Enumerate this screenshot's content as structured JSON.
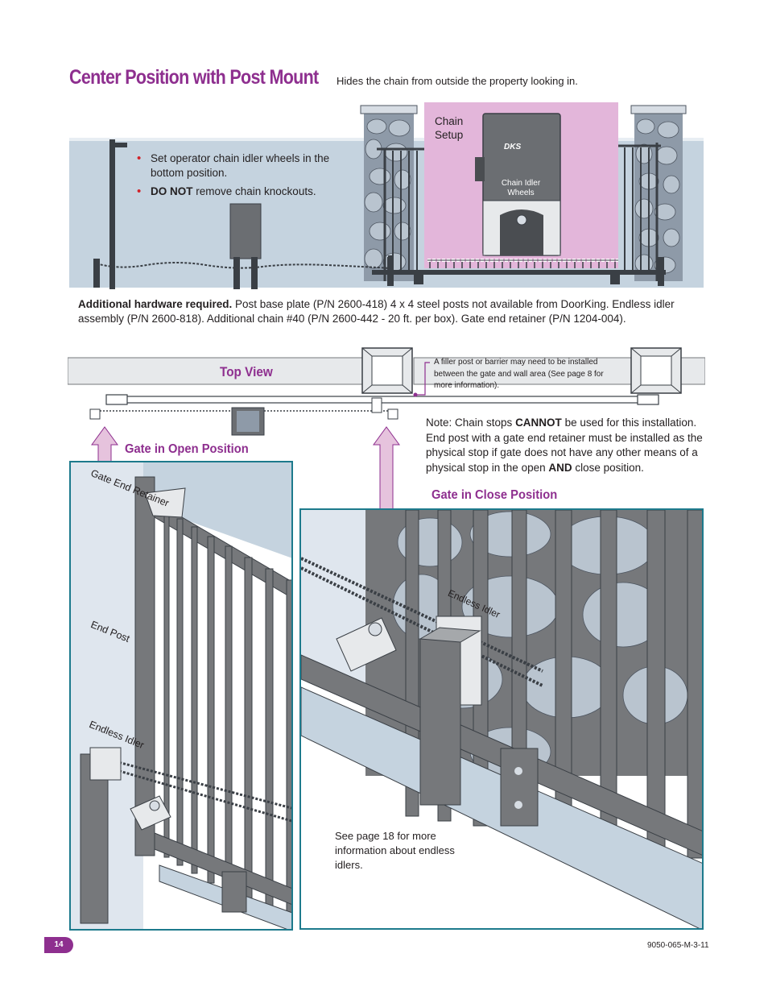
{
  "header": {
    "title": "Center Position with Post Mount",
    "subtitle": "Hides the chain from outside the property looking in."
  },
  "top_scene": {
    "bullets": [
      {
        "prefix": "",
        "text": "Set operator chain idler wheels in the bottom position."
      },
      {
        "prefix": "DO NOT",
        "text": " remove chain knockouts."
      }
    ],
    "chain_setup": "Chain Setup",
    "brand": "DKS",
    "idler_label": "Chain Idler Wheels"
  },
  "hardware": {
    "lead": "Additional hardware required.",
    "text": " Post base plate (P/N 2600-418) 4 x 4 steel posts not available from DoorKing. Endless idler assembly (P/N 2600-818). Additional chain #40 (P/N 2600-442 - 20 ft. per box). Gate end retainer (P/N 1204-004)."
  },
  "top_view": {
    "label": "Top View",
    "filler_note": "A filler post or barrier may need to be installed between the gate and wall area (See page 8 for more information)."
  },
  "note": {
    "p1": "Note: Chain stops ",
    "b1": "CANNOT",
    "p2": " be used for this installation. End post with a gate end retainer must be installed as the physical stop if gate does not have any other means of a physical stop in the open ",
    "b2": "AND",
    "p3": " close position."
  },
  "open_panel": {
    "label": "Gate in Open Position",
    "callouts": [
      "Gate End Retainer",
      "End Post",
      "Endless Idler"
    ]
  },
  "close_panel": {
    "label": "Gate in Close Position",
    "callout": "Endless Idler",
    "see_page": "See page 18 for more information about endless idlers."
  },
  "footer": {
    "page": "14",
    "doc_number": "9050-065-M-3-11"
  },
  "colors": {
    "accent": "#8e2f8f",
    "panel_border": "#1d7a8c",
    "arrow": "#e6c3dd",
    "wall": "#c5d3df",
    "highlight": "#e3b6da",
    "steel": "#76787b"
  }
}
